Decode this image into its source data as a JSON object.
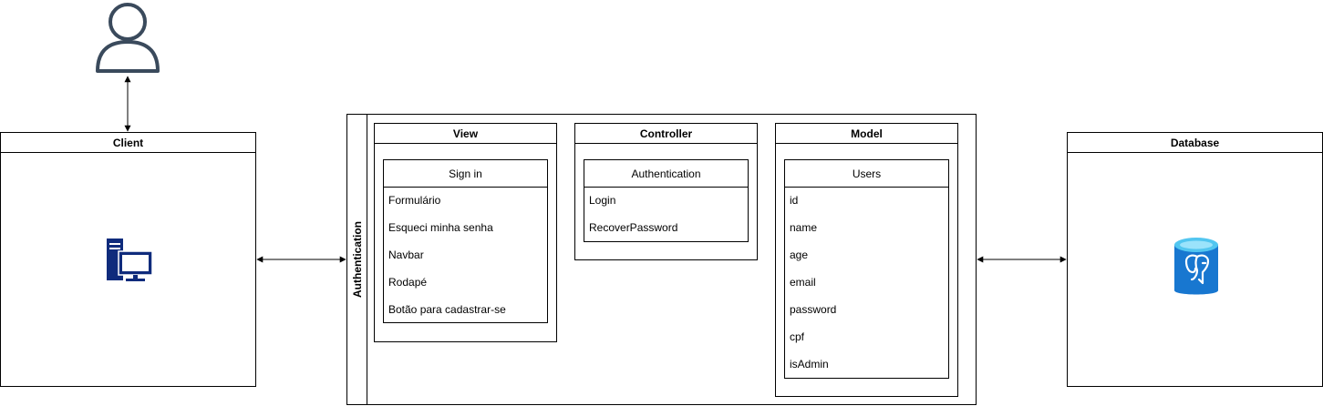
{
  "client": {
    "title": "Client",
    "icon": "desktop-computer-icon"
  },
  "user": {
    "icon": "user-person-icon"
  },
  "database": {
    "title": "Database",
    "icon": "postgresql-database-icon"
  },
  "authentication": {
    "label": "Authentication",
    "view": {
      "title": "View",
      "class_title": "Sign in",
      "items": [
        "Formulário",
        "Esqueci minha senha",
        "Navbar",
        "Rodapé",
        "Botão para cadastrar-se"
      ]
    },
    "controller": {
      "title": "Controller",
      "class_title": "Authentication",
      "items": [
        "Login",
        "RecoverPassword"
      ]
    },
    "model": {
      "title": "Model",
      "class_title": "Users",
      "items": [
        "id",
        "name",
        "age",
        "email",
        "password",
        "cpf",
        "isAdmin"
      ]
    }
  },
  "colors": {
    "icon_navy": "#0f2b7c",
    "db_blue": "#1877d0",
    "db_cyan": "#52c6f0"
  }
}
